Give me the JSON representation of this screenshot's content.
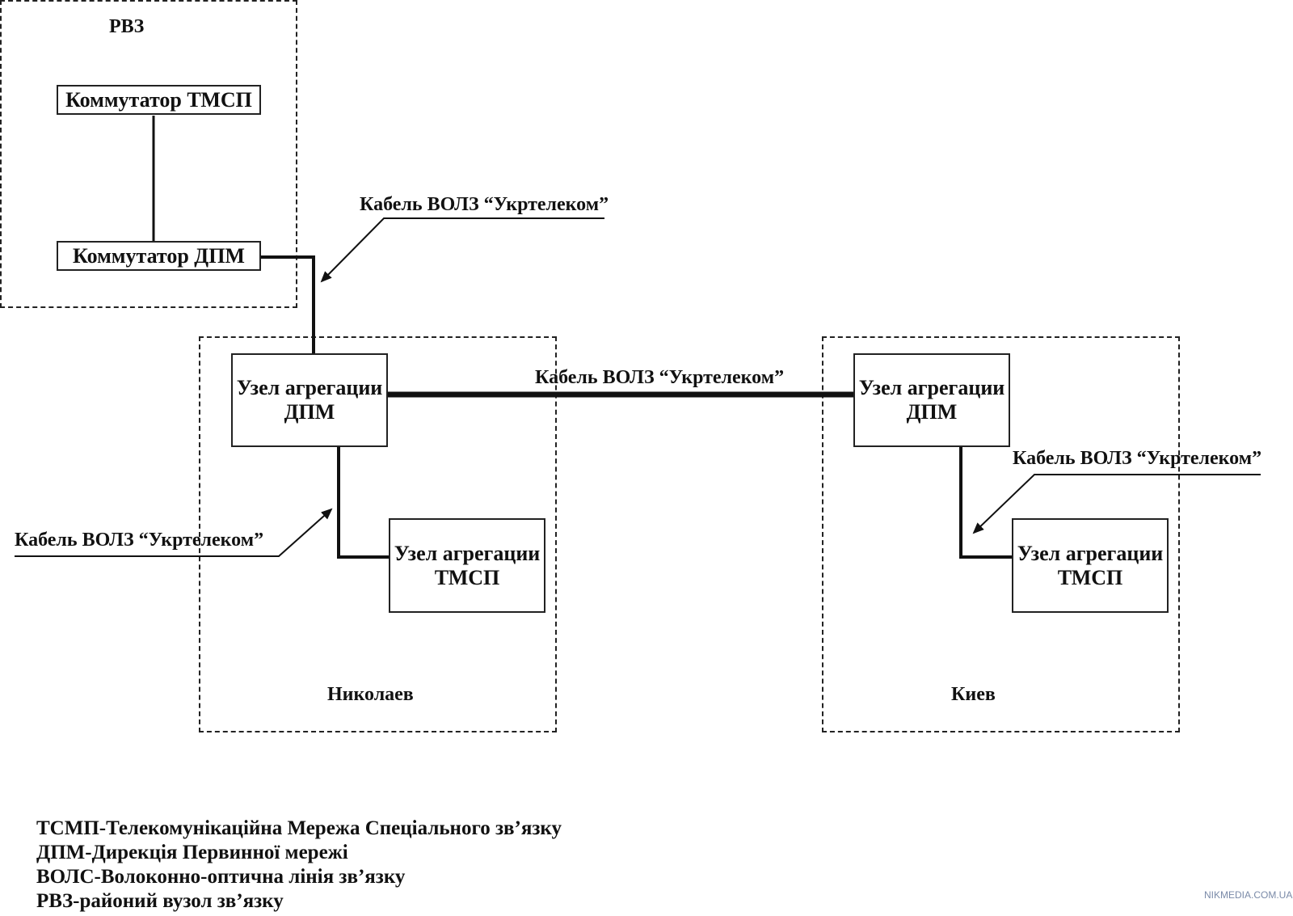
{
  "regions": {
    "rvz": {
      "label": "РВЗ"
    },
    "nikolaev": {
      "label": "Николаев"
    },
    "kiev": {
      "label": "Киев"
    }
  },
  "nodes": {
    "switch_tmsp": "Коммутатор ТМСП",
    "switch_dpm": "Коммутатор ДПМ",
    "nik_agg_dpm": [
      "Узел агрегации",
      "ДПМ"
    ],
    "nik_agg_tmsp": [
      "Узел агрегации",
      "ТМСП"
    ],
    "kiev_agg_dpm": [
      "Узел агрегации",
      "ДПМ"
    ],
    "kiev_agg_tmsp": [
      "Узел агрегации",
      "ТМСП"
    ]
  },
  "cable_labels": {
    "rvz_to_nikolaev": "Кабель ВОЛЗ “Укртелеком”",
    "trunk": "Кабель ВОЛЗ “Укртелеком”",
    "nikolaev_internal": "Кабель ВОЛЗ “Укртелеком”",
    "kiev_internal": "Кабель ВОЛЗ “Укртелеком”"
  },
  "legend": [
    "ТСМП-Телекомунікаційна Мережа Спеціального зв’язку",
    "ДПМ-Дирекція Первинної мережі",
    "ВОЛС-Волоконно-оптична лінія зв’язку",
    "РВЗ-районий вузол зв’язку"
  ],
  "watermark": "NIKMEDIA.COM.UA"
}
